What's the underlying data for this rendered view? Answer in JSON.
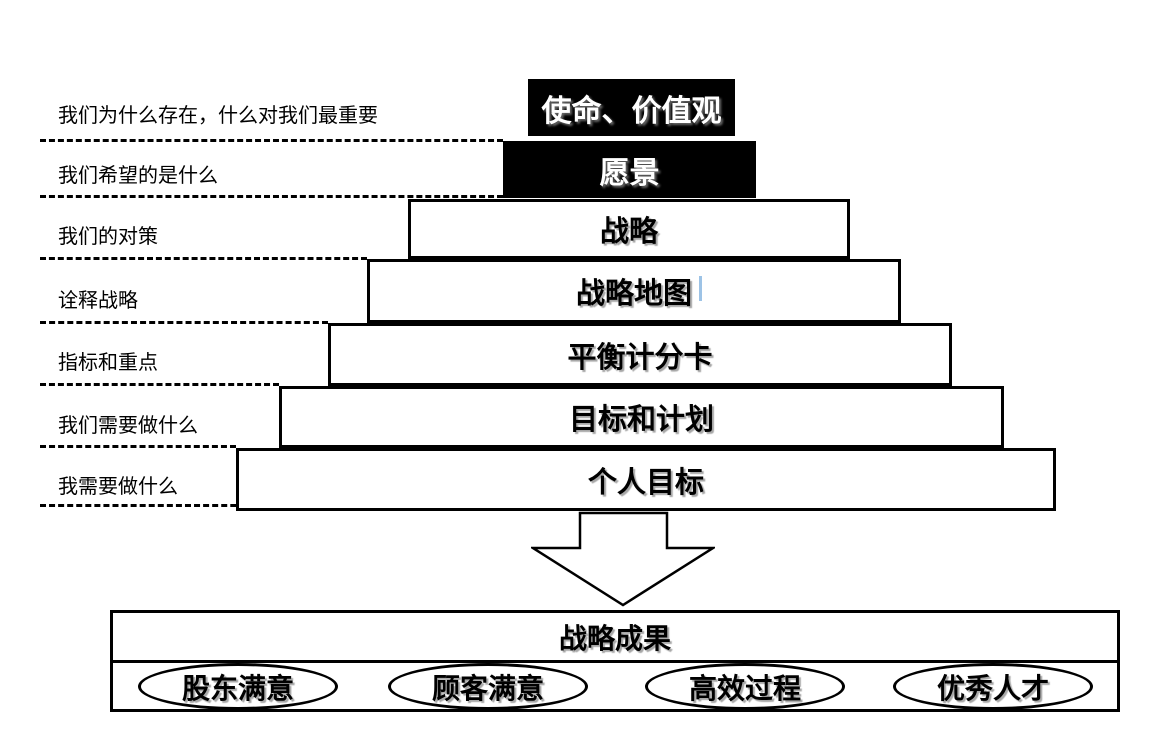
{
  "questions": [
    {
      "text": "我们为什么存在，什么对我们最重要"
    },
    {
      "text": "我们希望的是什么"
    },
    {
      "text": "我们的对策"
    },
    {
      "text": "诠释战略"
    },
    {
      "text": "指标和重点"
    },
    {
      "text": "我们需要做什么"
    },
    {
      "text": "我需要做什么"
    }
  ],
  "pyramid": [
    {
      "label": "使命、价值观",
      "variant": "black"
    },
    {
      "label": "愿景",
      "variant": "black"
    },
    {
      "label": "战略",
      "variant": "white"
    },
    {
      "label": "战略地图",
      "variant": "white"
    },
    {
      "label": "平衡计分卡",
      "variant": "white"
    },
    {
      "label": "目标和计划",
      "variant": "white"
    },
    {
      "label": "个人目标",
      "variant": "white"
    }
  ],
  "outcome": {
    "title": "战略成果",
    "items": [
      {
        "label": "股东满意"
      },
      {
        "label": "顾客满意"
      },
      {
        "label": "高效过程"
      },
      {
        "label": "优秀人才"
      }
    ]
  },
  "colors": {
    "background": "#ffffff",
    "level_black_bg": "#000000",
    "level_black_text": "#ffffff",
    "line_and_border": "#000000",
    "stray_caret_blue": "#9dc3e6"
  }
}
